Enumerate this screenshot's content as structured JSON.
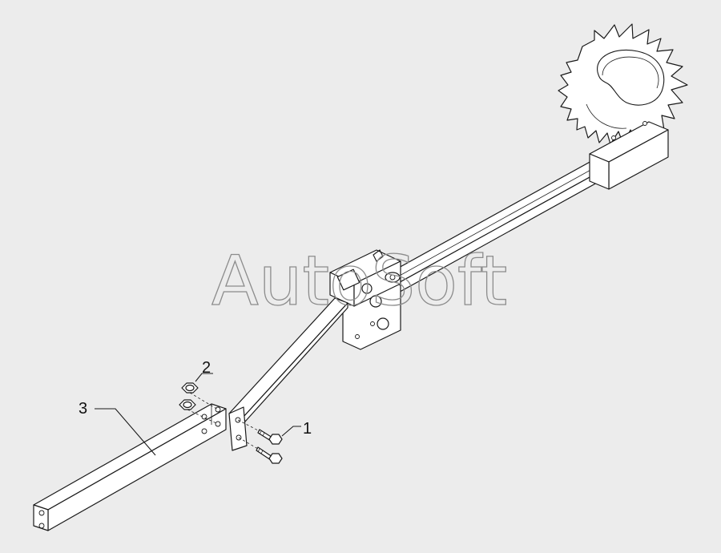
{
  "watermark": "AutoSoft",
  "callouts": [
    {
      "number": "1"
    },
    {
      "number": "2"
    },
    {
      "number": "3"
    }
  ],
  "colors": {
    "background": "#ececec",
    "line": "#1a1a1a",
    "part_fill": "#ffffff",
    "watermark": "#8c8c8c"
  }
}
